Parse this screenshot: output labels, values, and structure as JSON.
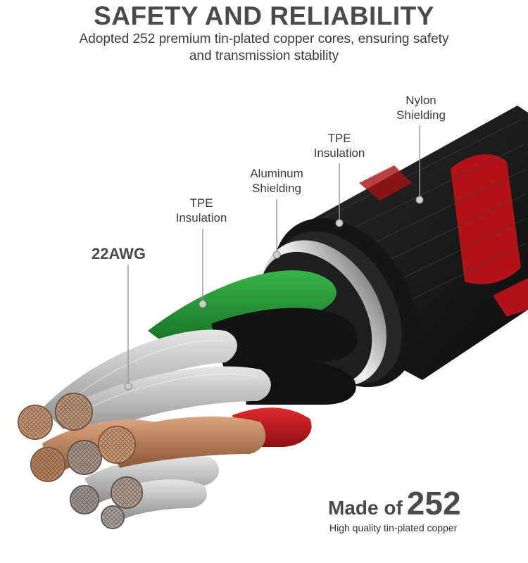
{
  "headline": "SAFETY AND RELIABILITY",
  "subhead": {
    "line1": "Adopted 252 premium tin-plated copper cores, ensuring safety",
    "line2": "and transmission stability"
  },
  "callouts": {
    "nylon": {
      "line1": "Nylon",
      "line2": "Shielding"
    },
    "tpe_outer": {
      "line1": "TPE",
      "line2": "Insulation"
    },
    "aluminum": {
      "line1": "Aluminum",
      "line2": "Shielding"
    },
    "tpe_inner": {
      "line1": "TPE",
      "line2": "Insulation"
    },
    "gauge": "22AWG"
  },
  "badge": {
    "prefix": "Made of",
    "number": "252",
    "caption": "High quality tin-plated copper"
  },
  "colors": {
    "braid_black": "#1c1c1c",
    "braid_red": "#c4121a",
    "tpe_jacket": "#1a1a1a",
    "aluminum": "#d8d8d8",
    "wire_green": "#1f8a2e",
    "wire_red": "#c01820",
    "wire_black": "#151515",
    "copper": "#b27a55",
    "tin": "#cfcfcf"
  }
}
